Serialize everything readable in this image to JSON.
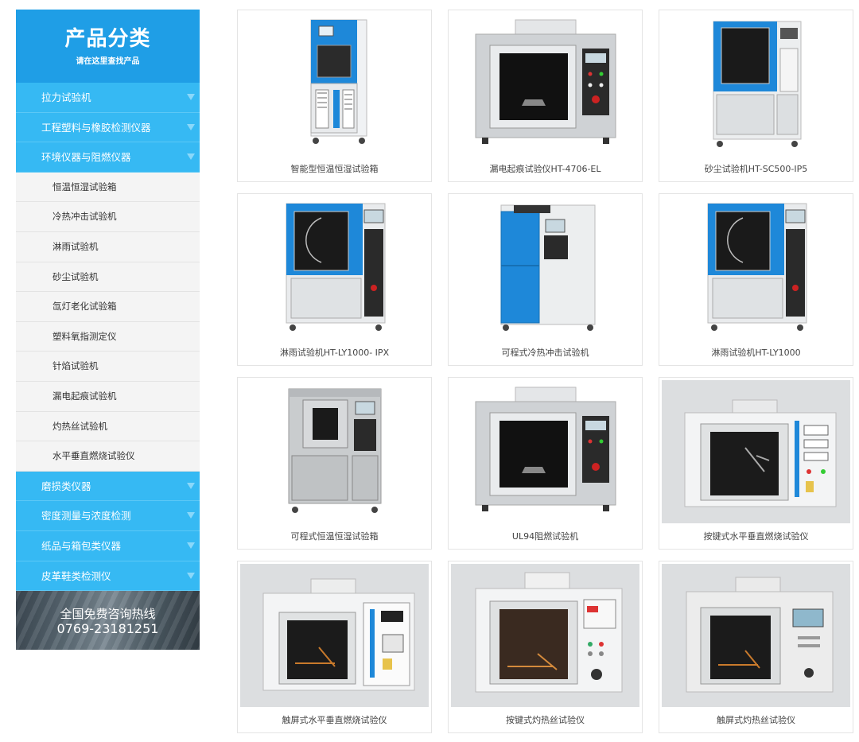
{
  "sidebar": {
    "title": "产品分类",
    "subtitle": "请在这里查找产品",
    "categories_top": [
      "拉力试验机",
      "工程塑料与橡胶检测仪器",
      "环境仪器与阻燃仪器"
    ],
    "subitems": [
      "恒温恒湿试验箱",
      "冷热冲击试验机",
      "淋雨试验机",
      "砂尘试验机",
      "氙灯老化试验箱",
      "塑料氧指测定仪",
      "针焰试验机",
      "漏电起痕试验机",
      "灼热丝试验机",
      "水平垂直燃烧试验仪"
    ],
    "categories_bottom": [
      "磨损类仪器",
      "密度测量与浓度检测",
      "纸品与箱包类仪器",
      "皮革鞋类检测仪"
    ],
    "hotline_label": "全国免费咨询热线",
    "hotline_number": "0769-23181251"
  },
  "products": [
    {
      "caption": "智能型恒温恒湿试验箱",
      "image": "blue-white-humidity-chamber"
    },
    {
      "caption": "漏电起痕试验仪HT-4706-EL",
      "image": "grey-tracking-tester"
    },
    {
      "caption": "砂尘试验机HT-SC500-IP5",
      "image": "blue-sand-dust-chamber"
    },
    {
      "caption": "淋雨试验机HT-LY1000- IPX",
      "image": "blue-rain-test-chamber"
    },
    {
      "caption": "可程式冷热冲击试验机",
      "image": "blue-thermal-shock-chamber"
    },
    {
      "caption": "淋雨试验机HT-LY1000",
      "image": "blue-rain-test-chamber"
    },
    {
      "caption": "可程式恒温恒湿试验箱",
      "image": "steel-humidity-chamber"
    },
    {
      "caption": "UL94阻燃试验机",
      "image": "grey-flame-tester"
    },
    {
      "caption": "按键式水平垂直燃烧试验仪",
      "image": "white-burning-tester"
    },
    {
      "caption": "触屏式水平垂直燃烧试验仪",
      "image": "white-burning-tester-touch"
    },
    {
      "caption": "按键式灼热丝试验仪",
      "image": "white-glow-wire-tester"
    },
    {
      "caption": "触屏式灼热丝试验仪",
      "image": "white-glow-wire-tester-touch"
    }
  ]
}
